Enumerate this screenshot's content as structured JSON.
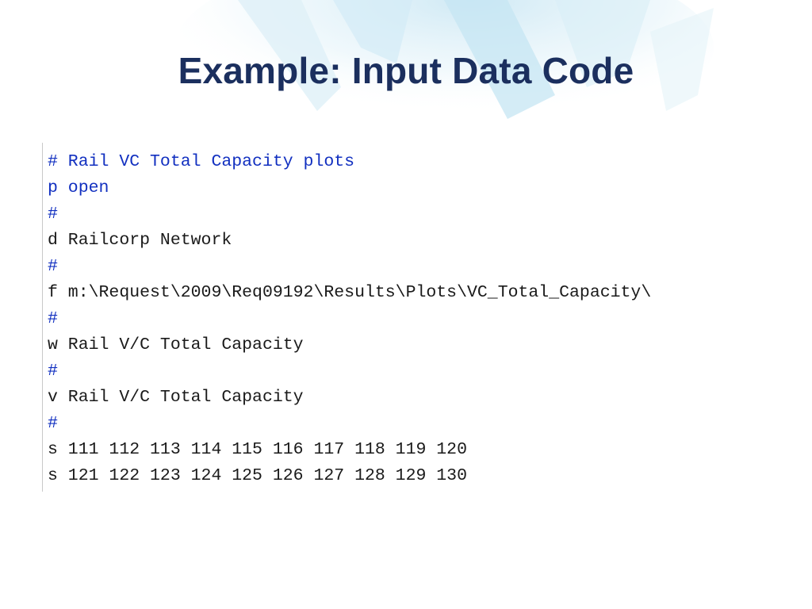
{
  "slide": {
    "title": "Example: Input Data Code"
  },
  "code_lines": [
    {
      "prefix": "#",
      "text": " Rail VC Total Capacity plots",
      "kind": "comment"
    },
    {
      "prefix": "p",
      "text": " open",
      "kind": "comment"
    },
    {
      "prefix": "#",
      "text": "",
      "kind": "comment"
    },
    {
      "prefix": "d",
      "text": " Railcorp Network",
      "kind": "text"
    },
    {
      "prefix": "#",
      "text": "",
      "kind": "comment"
    },
    {
      "prefix": "f",
      "text": " m:\\Request\\2009\\Req09192\\Results\\Plots\\VC_Total_Capacity\\",
      "kind": "text"
    },
    {
      "prefix": "#",
      "text": "",
      "kind": "comment"
    },
    {
      "prefix": "w",
      "text": " Rail V/C Total Capacity",
      "kind": "text"
    },
    {
      "prefix": "#",
      "text": "",
      "kind": "comment"
    },
    {
      "prefix": "v",
      "text": " Rail V/C Total Capacity",
      "kind": "text"
    },
    {
      "prefix": "#",
      "text": "",
      "kind": "comment"
    },
    {
      "prefix": "s",
      "text": " 111 112 113 114 115 116 117 118 119 120",
      "kind": "text"
    },
    {
      "prefix": "s",
      "text": " 121 122 123 124 125 126 127 128 129 130",
      "kind": "text"
    }
  ],
  "colors": {
    "title": "#1b2f5e",
    "comment": "#1230c0",
    "text": "#1a1a1a",
    "decor": "#a9d6ea"
  }
}
